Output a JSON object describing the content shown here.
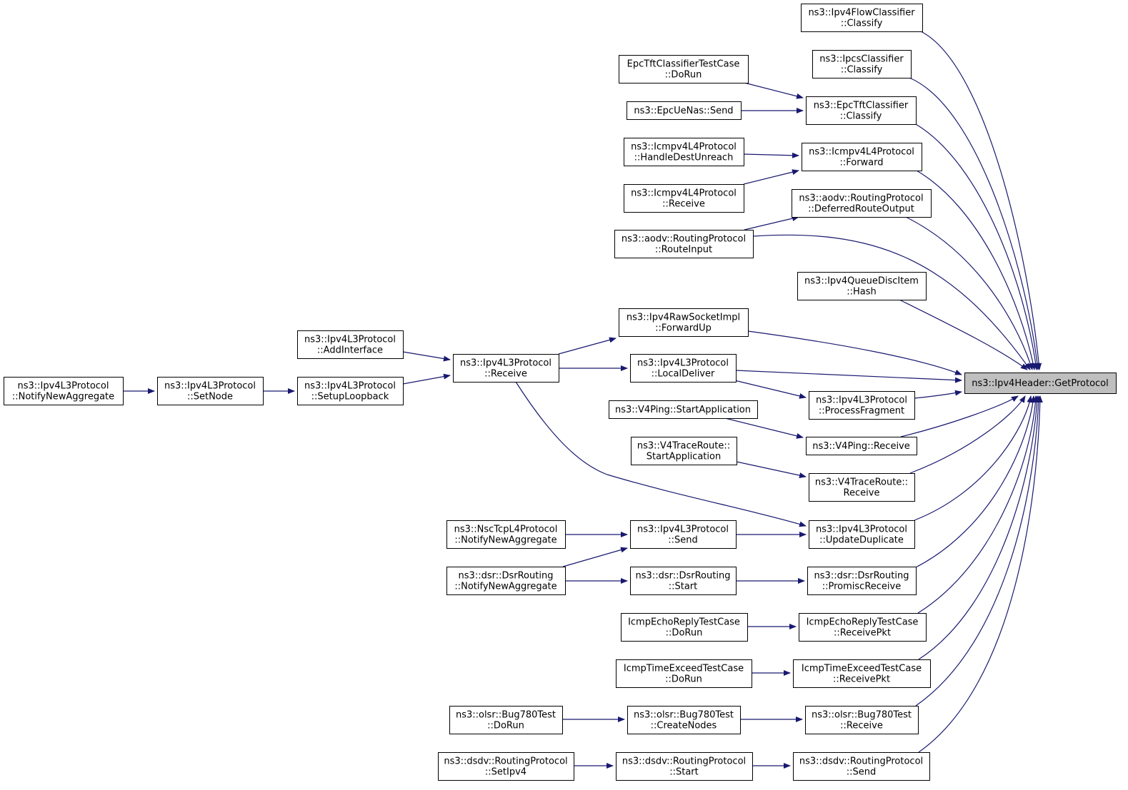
{
  "title": "ns3::Ipv4Header::GetProtocol",
  "colors": {
    "edge": "#191970",
    "node_border": "#000000",
    "node_fill": "#ffffff",
    "focus_fill": "#bfbfbf"
  },
  "nodes": [
    {
      "id": "getprotocol",
      "lines": [
        "ns3::Ipv4Header::GetProtocol"
      ],
      "focus": true
    },
    {
      "id": "flowclassifier-classify",
      "lines": [
        "ns3::Ipv4FlowClassifier",
        "::Classify"
      ]
    },
    {
      "id": "ipcsclassifier-classify",
      "lines": [
        "ns3::IpcsClassifier",
        "::Classify"
      ]
    },
    {
      "id": "epctftclassifiertestcase-dorun",
      "lines": [
        "EpcTftClassifierTestCase",
        "::DoRun"
      ]
    },
    {
      "id": "epcuenas-send",
      "lines": [
        "ns3::EpcUeNas::Send"
      ]
    },
    {
      "id": "epctftclassifier-classify",
      "lines": [
        "ns3::EpcTftClassifier",
        "::Classify"
      ]
    },
    {
      "id": "icmp-handledestunreach",
      "lines": [
        "ns3::Icmpv4L4Protocol",
        "::HandleDestUnreach"
      ]
    },
    {
      "id": "icmp-forward",
      "lines": [
        "ns3::Icmpv4L4Protocol",
        "::Forward"
      ]
    },
    {
      "id": "icmp-receive",
      "lines": [
        "ns3::Icmpv4L4Protocol",
        "::Receive"
      ]
    },
    {
      "id": "aodv-deferredrouteoutput",
      "lines": [
        "ns3::aodv::RoutingProtocol",
        "::DeferredRouteOutput"
      ]
    },
    {
      "id": "aodv-routeinput",
      "lines": [
        "ns3::aodv::RoutingProtocol",
        "::RouteInput"
      ]
    },
    {
      "id": "queuediscitem-hash",
      "lines": [
        "ns3::Ipv4QueueDiscItem",
        "::Hash"
      ]
    },
    {
      "id": "rawsocket-forwardup",
      "lines": [
        "ns3::Ipv4RawSocketImpl",
        "::ForwardUp"
      ]
    },
    {
      "id": "l3-addinterface",
      "lines": [
        "ns3::Ipv4L3Protocol",
        "::AddInterface"
      ]
    },
    {
      "id": "l3-receive",
      "lines": [
        "ns3::Ipv4L3Protocol",
        "::Receive"
      ]
    },
    {
      "id": "l3-localdeliver",
      "lines": [
        "ns3::Ipv4L3Protocol",
        "::LocalDeliver"
      ]
    },
    {
      "id": "l3-notifynewaggregate",
      "lines": [
        "ns3::Ipv4L3Protocol",
        "::NotifyNewAggregate"
      ]
    },
    {
      "id": "l3-setnode",
      "lines": [
        "ns3::Ipv4L3Protocol",
        "::SetNode"
      ]
    },
    {
      "id": "l3-setuploopback",
      "lines": [
        "ns3::Ipv4L3Protocol",
        "::SetupLoopback"
      ]
    },
    {
      "id": "l3-processfragment",
      "lines": [
        "ns3::Ipv4L3Protocol",
        "::ProcessFragment"
      ]
    },
    {
      "id": "v4ping-startapplication",
      "lines": [
        "ns3::V4Ping::StartApplication"
      ]
    },
    {
      "id": "v4ping-receive",
      "lines": [
        "ns3::V4Ping::Receive"
      ]
    },
    {
      "id": "v4traceroute-startapplication",
      "lines": [
        "ns3::V4TraceRoute::",
        "StartApplication"
      ]
    },
    {
      "id": "v4traceroute-receive",
      "lines": [
        "ns3::V4TraceRoute::",
        "Receive"
      ]
    },
    {
      "id": "l3-updateduplicate",
      "lines": [
        "ns3::Ipv4L3Protocol",
        "::UpdateDuplicate"
      ]
    },
    {
      "id": "nsctcp-notifynewaggregate",
      "lines": [
        "ns3::NscTcpL4Protocol",
        "::NotifyNewAggregate"
      ]
    },
    {
      "id": "l3-send",
      "lines": [
        "ns3::Ipv4L3Protocol",
        "::Send"
      ]
    },
    {
      "id": "dsr-notifynewaggregate",
      "lines": [
        "ns3::dsr::DsrRouting",
        "::NotifyNewAggregate"
      ]
    },
    {
      "id": "dsr-start",
      "lines": [
        "ns3::dsr::DsrRouting",
        "::Start"
      ]
    },
    {
      "id": "dsr-promiscreceive",
      "lines": [
        "ns3::dsr::DsrRouting",
        "::PromiscReceive"
      ]
    },
    {
      "id": "icmpechoreply-dorun",
      "lines": [
        "IcmpEchoReplyTestCase",
        "::DoRun"
      ]
    },
    {
      "id": "icmpechoreply-receivepkt",
      "lines": [
        "IcmpEchoReplyTestCase",
        "::ReceivePkt"
      ]
    },
    {
      "id": "icmptimeexceed-dorun",
      "lines": [
        "IcmpTimeExceedTestCase",
        "::DoRun"
      ]
    },
    {
      "id": "icmptimeexceed-receivepkt",
      "lines": [
        "IcmpTimeExceedTestCase",
        "::ReceivePkt"
      ]
    },
    {
      "id": "bug780-dorun",
      "lines": [
        "ns3::olsr::Bug780Test",
        "::DoRun"
      ]
    },
    {
      "id": "bug780-createnodes",
      "lines": [
        "ns3::olsr::Bug780Test",
        "::CreateNodes"
      ]
    },
    {
      "id": "bug780-receive",
      "lines": [
        "ns3::olsr::Bug780Test",
        "::Receive"
      ]
    },
    {
      "id": "dsdv-setipv4",
      "lines": [
        "ns3::dsdv::RoutingProtocol",
        "::SetIpv4"
      ]
    },
    {
      "id": "dsdv-start",
      "lines": [
        "ns3::dsdv::RoutingProtocol",
        "::Start"
      ]
    },
    {
      "id": "dsdv-send",
      "lines": [
        "ns3::dsdv::RoutingProtocol",
        "::Send"
      ]
    }
  ],
  "edges": [
    {
      "from": "flowclassifier-classify",
      "to": "getprotocol"
    },
    {
      "from": "ipcsclassifier-classify",
      "to": "getprotocol"
    },
    {
      "from": "epctftclassifier-classify",
      "to": "getprotocol"
    },
    {
      "from": "icmp-forward",
      "to": "getprotocol"
    },
    {
      "from": "aodv-deferredrouteoutput",
      "to": "getprotocol"
    },
    {
      "from": "aodv-routeinput",
      "to": "getprotocol"
    },
    {
      "from": "queuediscitem-hash",
      "to": "getprotocol"
    },
    {
      "from": "rawsocket-forwardup",
      "to": "getprotocol"
    },
    {
      "from": "l3-localdeliver",
      "to": "getprotocol"
    },
    {
      "from": "l3-processfragment",
      "to": "getprotocol"
    },
    {
      "from": "v4ping-receive",
      "to": "getprotocol"
    },
    {
      "from": "v4traceroute-receive",
      "to": "getprotocol"
    },
    {
      "from": "l3-updateduplicate",
      "to": "getprotocol"
    },
    {
      "from": "dsr-promiscreceive",
      "to": "getprotocol"
    },
    {
      "from": "icmpechoreply-receivepkt",
      "to": "getprotocol"
    },
    {
      "from": "icmptimeexceed-receivepkt",
      "to": "getprotocol"
    },
    {
      "from": "bug780-receive",
      "to": "getprotocol"
    },
    {
      "from": "dsdv-send",
      "to": "getprotocol"
    },
    {
      "from": "epctftclassifiertestcase-dorun",
      "to": "epctftclassifier-classify"
    },
    {
      "from": "epcuenas-send",
      "to": "epctftclassifier-classify"
    },
    {
      "from": "icmp-handledestunreach",
      "to": "icmp-forward"
    },
    {
      "from": "icmp-receive",
      "to": "icmp-forward"
    },
    {
      "from": "aodv-routeinput",
      "to": "aodv-deferredrouteoutput"
    },
    {
      "from": "l3-receive",
      "to": "rawsocket-forwardup"
    },
    {
      "from": "l3-receive",
      "to": "l3-localdeliver"
    },
    {
      "from": "l3-receive",
      "to": "l3-updateduplicate"
    },
    {
      "from": "l3-addinterface",
      "to": "l3-receive"
    },
    {
      "from": "l3-setuploopback",
      "to": "l3-receive"
    },
    {
      "from": "l3-setnode",
      "to": "l3-setuploopback"
    },
    {
      "from": "l3-notifynewaggregate",
      "to": "l3-setnode"
    },
    {
      "from": "l3-localdeliver",
      "to": "l3-processfragment"
    },
    {
      "from": "v4ping-startapplication",
      "to": "v4ping-receive"
    },
    {
      "from": "v4traceroute-startapplication",
      "to": "v4traceroute-receive"
    },
    {
      "from": "l3-send",
      "to": "l3-updateduplicate"
    },
    {
      "from": "nsctcp-notifynewaggregate",
      "to": "l3-send"
    },
    {
      "from": "dsr-notifynewaggregate",
      "to": "l3-send"
    },
    {
      "from": "dsr-notifynewaggregate",
      "to": "dsr-start"
    },
    {
      "from": "dsr-start",
      "to": "dsr-promiscreceive"
    },
    {
      "from": "icmpechoreply-dorun",
      "to": "icmpechoreply-receivepkt"
    },
    {
      "from": "icmptimeexceed-dorun",
      "to": "icmptimeexceed-receivepkt"
    },
    {
      "from": "bug780-dorun",
      "to": "bug780-createnodes"
    },
    {
      "from": "bug780-createnodes",
      "to": "bug780-receive"
    },
    {
      "from": "dsdv-setipv4",
      "to": "dsdv-start"
    },
    {
      "from": "dsdv-start",
      "to": "dsdv-send"
    }
  ]
}
